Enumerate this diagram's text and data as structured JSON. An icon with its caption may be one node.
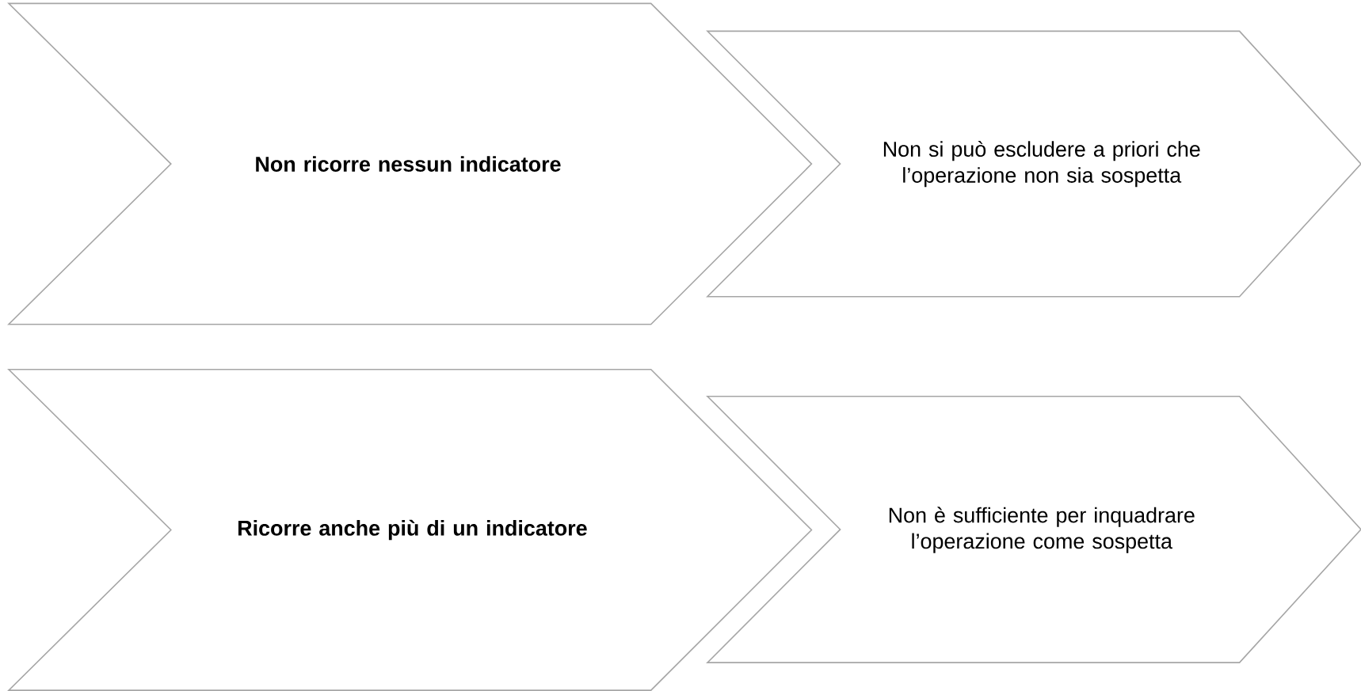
{
  "diagram": {
    "nodes": [
      {
        "text": [
          "Non ricorre nessun indicatore"
        ]
      },
      {
        "text": [
          "Non si può escludere a priori che l’operazione non sia sospetta"
        ]
      },
      {
        "text": [
          "Ricorre anche più di un indicatore"
        ]
      },
      {
        "text": [
          "Non è sufficiente per inquadrare l’operazione come sospetta"
        ]
      }
    ]
  }
}
